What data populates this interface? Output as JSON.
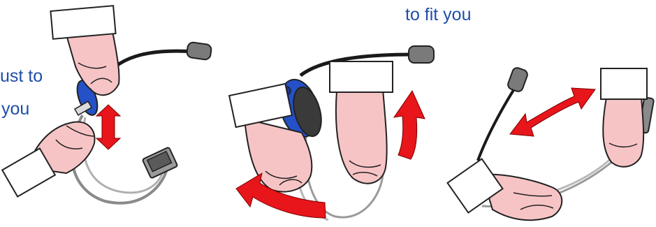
{
  "captions": {
    "left_line1": "ust to",
    "left_line2": "you",
    "top_right": "to fit you"
  },
  "panels": [
    {
      "name": "left-panel",
      "arrow": "double-headed-vertical"
    },
    {
      "name": "center-panel",
      "arrow": "curved-rotation-pair"
    },
    {
      "name": "right-panel",
      "arrow": "double-headed-diagonal"
    }
  ],
  "colors": {
    "caption_text": "#1e4fa8",
    "arrow_red": "#e8151b",
    "skin": "#f7c4c6",
    "cuff": "#ffffff",
    "earpiece_blue": "#2450c8",
    "cable_gray": "#a0a0a0",
    "boom_black": "#1a1a1a",
    "outline": "#222222"
  }
}
